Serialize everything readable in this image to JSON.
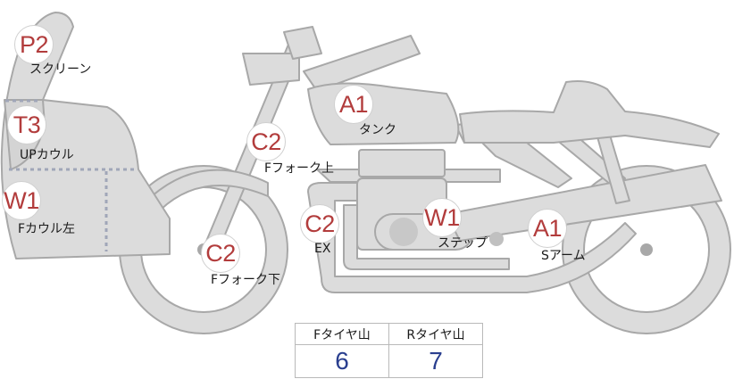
{
  "colors": {
    "body_fill": "#dcdcdc",
    "body_stroke": "#a8a8a8",
    "badge_text": "#b23c3c",
    "tire_value": "#2a3f8f"
  },
  "callouts": [
    {
      "code": "P2",
      "label": "スクリーン"
    },
    {
      "code": "T3",
      "label": "UPカウル"
    },
    {
      "code": "W1",
      "label": "Fカウル左"
    },
    {
      "code": "C2",
      "label": "Fフォーク上"
    },
    {
      "code": "A1",
      "label": "タンク"
    },
    {
      "code": "C2",
      "label": "EX"
    },
    {
      "code": "W1",
      "label": "ステップ"
    },
    {
      "code": "A1",
      "label": "Sアーム"
    },
    {
      "code": "C2",
      "label": "Fフォーク下"
    }
  ],
  "tire_table": {
    "headers": [
      "Fタイヤ山",
      "Rタイヤ山"
    ],
    "values": [
      "6",
      "7"
    ]
  }
}
